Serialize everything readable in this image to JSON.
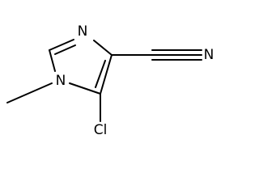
{
  "molecule": {
    "atoms": {
      "ring_n_top": "N",
      "ring_n_methyl": "N",
      "nitrile_n": "N",
      "chlorine": "Cl"
    }
  }
}
